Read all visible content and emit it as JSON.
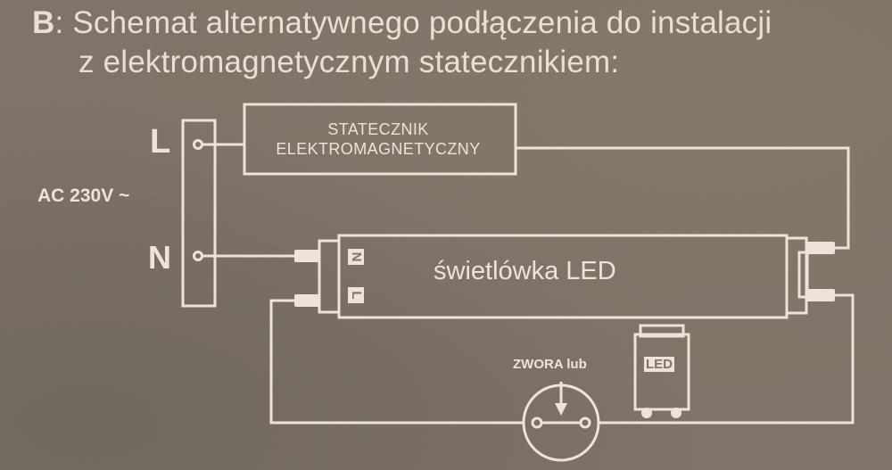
{
  "title": {
    "prefix": "B",
    "line1": ": Schemat alternatywnego podłączenia do instalacji",
    "line2": "z elektromagnetycznym statecznikiem:"
  },
  "supply": {
    "label_l": "L",
    "label_n": "N",
    "voltage": "AC 230V ~"
  },
  "ballast": {
    "line1": "STATECZNIK",
    "line2": "ELEKTROMAGNETYCZNY"
  },
  "tube": {
    "label": "świetlówka LED",
    "pin_n": "N",
    "pin_l": "L"
  },
  "bridge": {
    "label": "ZWORA lub",
    "alt_badge": "LED"
  },
  "colors": {
    "background": "#7d7366",
    "line": "#ece4d6"
  }
}
